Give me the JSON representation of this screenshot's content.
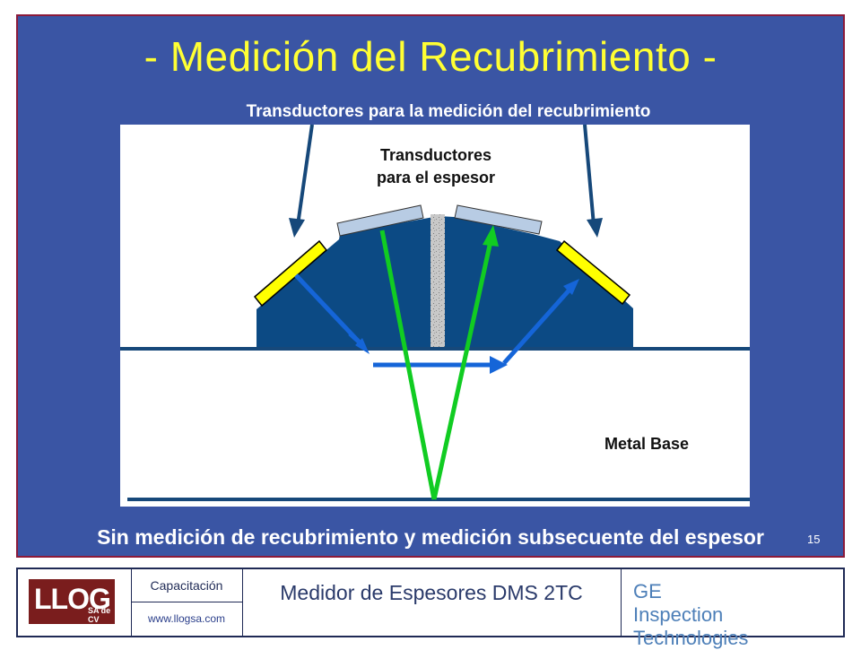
{
  "slide": {
    "title": "- Medición del Recubrimiento -",
    "number": "15"
  },
  "diagram": {
    "label_coating_transducers": "Transductores para la medición del recubrimiento",
    "label_thickness_line1": "Transductores",
    "label_thickness_line2": "para el espesor",
    "label_metal_base": "Metal Base",
    "colors": {
      "probe_body": "#0c4a84",
      "coating_transducer": "#ffff00",
      "thickness_transducer": "#b8cce4",
      "coating_path": "#1565d8",
      "thickness_path": "#11cc22",
      "surface_line": "#16487a",
      "delay_line": "#bcbcbc"
    }
  },
  "caption": "Sin medición de recubrimiento y medición subsecuente del espesor",
  "footer": {
    "logo_text": "LLOG",
    "logo_sub": "SA de CV",
    "capacitacion": "Capacitación",
    "website": "www.llogsa.com",
    "product": "Medidor de Espesores DMS 2TC",
    "ge_line1": "GE",
    "ge_line2": "Inspection Technologies"
  }
}
